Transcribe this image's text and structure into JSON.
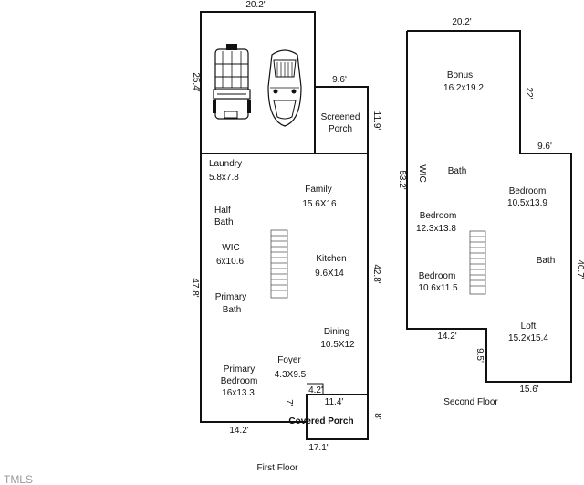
{
  "first_floor": {
    "caption": "First Floor",
    "rooms": {
      "screened_porch_1": "Screened",
      "screened_porch_2": "Porch",
      "laundry_name": "Laundry",
      "laundry_size": "5.8x7.8",
      "family_name": "Family",
      "family_size": "15.6X16",
      "half_bath_1": "Half",
      "half_bath_2": "Bath",
      "wic_name": "WIC",
      "wic_size": "6x10.6",
      "kitchen_name": "Kitchen",
      "kitchen_size": "9.6X14",
      "primary_bath_1": "Primary",
      "primary_bath_2": "Bath",
      "dining_name": "Dining",
      "dining_size": "10.5X12",
      "foyer_name": "Foyer",
      "foyer_size": "4.3X9.5",
      "primary_bedroom_1": "Primary",
      "primary_bedroom_2": "Bedroom",
      "primary_bedroom_size": "16x13.3",
      "covered_porch": "Covered Porch"
    },
    "dimensions": {
      "garage_top": "20.2'",
      "garage_left": "25.4'",
      "porch_top": "9.6'",
      "porch_right": "11.9'",
      "left_side": "47.8'",
      "right_side": "42.8'",
      "bottom_left": "14.2'",
      "entry_width": "4.2'",
      "entry_depth": "7'",
      "covered_porch_width": "11.4'",
      "covered_porch_depth": "8'",
      "bottom_total": "17.1'"
    }
  },
  "second_floor": {
    "caption": "Second Floor",
    "rooms": {
      "bonus_name": "Bonus",
      "bonus_size": "16.2x19.2",
      "wic": "WIC",
      "bath_upper": "Bath",
      "bedroom_right_name": "Bedroom",
      "bedroom_right_size": "10.5x13.9",
      "bedroom_mid_name": "Bedroom",
      "bedroom_mid_size": "12.3x13.8",
      "bedroom_low_name": "Bedroom",
      "bedroom_low_size": "10.6x11.5",
      "bath_right": "Bath",
      "loft_name": "Loft",
      "loft_size": "15.2x15.4"
    },
    "dimensions": {
      "top": "20.2'",
      "bonus_right": "22'",
      "step_top": "9.6'",
      "left_side": "53.2'",
      "right_side": "40.7'",
      "bottom_left": "14.2'",
      "notch_depth": "9.5'",
      "bottom_right": "15.6'"
    }
  },
  "watermark": "TMLS",
  "icons": [
    "jeep-icon",
    "car-icon"
  ]
}
